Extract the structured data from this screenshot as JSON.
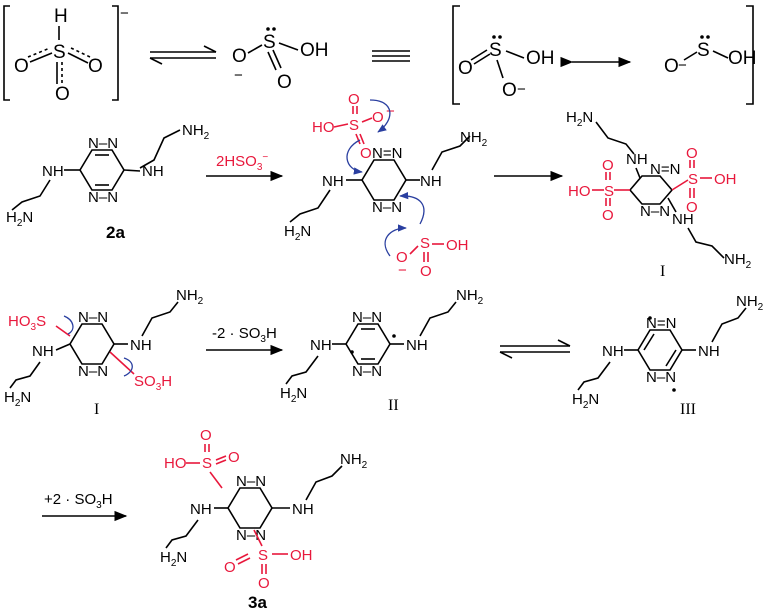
{
  "row1": {
    "bisulfite_left": {
      "H": "H",
      "S": "S",
      "O_left": "O",
      "O_right": "O",
      "O_bottom": "O",
      "charge": "−"
    },
    "sulfite_acid": {
      "O_minus": "O",
      "S": "S",
      "OH": "OH",
      "O_bottom": "O",
      "minus": "−"
    },
    "res_a": {
      "O_left": "O",
      "S": "S",
      "OH": "OH",
      "O_bottom": "O",
      "minus": "−"
    },
    "res_b": {
      "O_minus": "O",
      "S": "S",
      "OH": "OH",
      "minus": "−"
    }
  },
  "row2": {
    "cmpd_2a": {
      "NH2_top": "NH",
      "NH2_bottom": "H",
      "NH_left": "NH",
      "NH_right": "NH",
      "N": "N",
      "label": "2a"
    },
    "reagent": "2HSO",
    "reagent_sub": "3",
    "reagent_sup": "−",
    "mid": {
      "HO": "HO",
      "S": "S",
      "O": "O",
      "minus": "−",
      "NH2_top": "NH",
      "NH_left": "NH",
      "NH_right": "NH",
      "H2N": "H",
      "N": "N",
      "OH": "OH"
    },
    "cmpd_I": {
      "H2N_top": "H",
      "NH_top": "NH",
      "HO_left": "HO",
      "S": "S",
      "O": "O",
      "OH_right": "OH",
      "NH_bottom": "NH",
      "NH2_bottom": "NH",
      "N": "N",
      "label": "I"
    }
  },
  "row3": {
    "cmpd_I": {
      "HO3S": "HO",
      "S_sub": "3",
      "S": "S",
      "SO3H": "SO",
      "NH_left": "NH",
      "NH_right": "NH",
      "H2N": "H",
      "NH2_top": "NH",
      "N": "N",
      "label": "I"
    },
    "reagent": "-2",
    "reagent_so3h": "SO",
    "cmpd_II": {
      "NH2_top": "NH",
      "NH_left": "NH",
      "NH_right": "NH",
      "H2N": "H",
      "N": "N",
      "label": "II"
    },
    "cmpd_III": {
      "NH2_top": "NH",
      "NH_left": "NH",
      "NH_right": "NH",
      "H2N": "H",
      "N": "N",
      "label": "III"
    }
  },
  "row4": {
    "reagent": "+2",
    "reagent_so3h": "SO",
    "cmpd_3a": {
      "HO": "HO",
      "S": "S",
      "O": "O",
      "OH": "OH",
      "NH2_top": "NH",
      "NH_left": "NH",
      "NH_right": "NH",
      "H2N": "H",
      "N": "N",
      "label": "3a"
    }
  },
  "colors": {
    "accent": "#e8183c",
    "arrow_blue": "#2a3fa0",
    "ink": "#000000"
  }
}
